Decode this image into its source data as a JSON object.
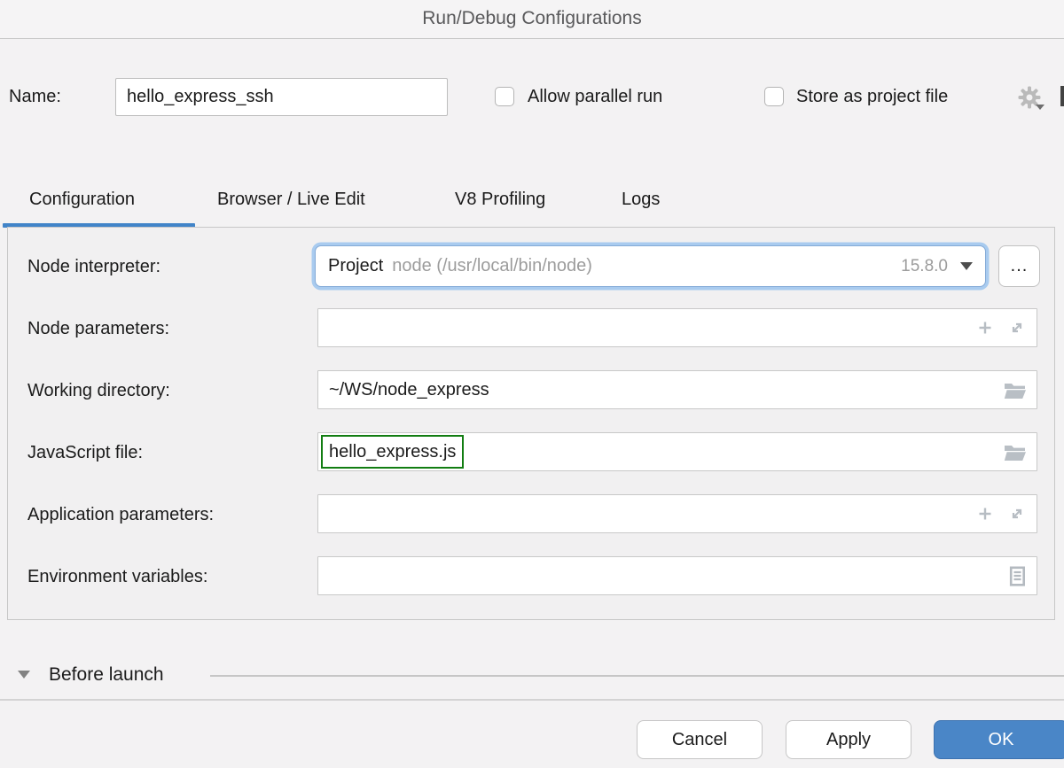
{
  "dialog": {
    "title": "Run/Debug Configurations"
  },
  "name_row": {
    "label": "Name:",
    "value": "hello_express_ssh",
    "allow_parallel_run": "Allow parallel run",
    "store_as_project_file": "Store as project file"
  },
  "tabs": [
    {
      "label": "Configuration",
      "active": true
    },
    {
      "label": "Browser / Live Edit",
      "active": false
    },
    {
      "label": "V8 Profiling",
      "active": false
    },
    {
      "label": "Logs",
      "active": false
    }
  ],
  "form": {
    "node_interpreter": {
      "label": "Node interpreter:",
      "value_primary": "Project",
      "value_secondary": "node (/usr/local/bin/node)",
      "version": "15.8.0",
      "browse_label": "..."
    },
    "node_parameters": {
      "label": "Node parameters:",
      "value": ""
    },
    "working_directory": {
      "label": "Working directory:",
      "value": "~/WS/node_express"
    },
    "javascript_file": {
      "label": "JavaScript file:",
      "value": "hello_express.js"
    },
    "application_parameters": {
      "label": "Application parameters:",
      "value": ""
    },
    "environment_variables": {
      "label": "Environment variables:",
      "value": ""
    }
  },
  "before_launch": {
    "label": "Before launch"
  },
  "buttons": {
    "cancel": "Cancel",
    "apply": "Apply",
    "ok": "OK"
  },
  "icons": {
    "gear": "gear-icon (settings dropdown)",
    "chevron_down": "chevron-down-icon",
    "plus": "add-icon (+)",
    "expand": "expand-editor-icon (diagonal arrows)",
    "folder": "open-folder-icon",
    "list": "browse-variables-icon (document with lines)",
    "collapse": "collapse-triangle-icon"
  },
  "colors": {
    "accent_blue": "#4184c8",
    "focus_ring": "#a9cbef",
    "ok_button": "#4a86c7",
    "green_highlight": "#127d12",
    "icon_gray": "#b7bdc3"
  }
}
